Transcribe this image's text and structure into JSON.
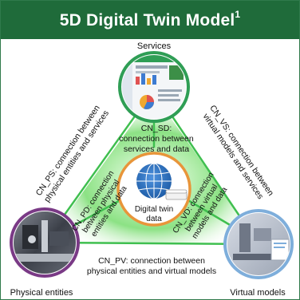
{
  "header": {
    "title": "5D Digital Twin Model",
    "superscript": "1"
  },
  "nodes": {
    "services": "Services",
    "physical": "Physical entities",
    "virtual": "Virtual models",
    "center_line1": "Digital twin",
    "center_line2": "data"
  },
  "connections": {
    "cn_sd": [
      "CN_SD:",
      "connection between",
      "services and data"
    ],
    "cn_ps": [
      "CN_PS: connection between",
      "physical entities and services"
    ],
    "cn_vs": [
      "CN_VS: connection between",
      "virtual models and services"
    ],
    "cn_pd": [
      "CN_PD: connection",
      "between physical",
      "entities and data"
    ],
    "cn_vd": [
      "CN_VD: connection",
      "between virtual",
      "models and data"
    ],
    "cn_pv": [
      "CN_PV: connection between",
      "physical entities and virtual models"
    ]
  },
  "colors": {
    "header": "#1f6b3a",
    "triangle_edge": "#37b24d",
    "glow": "#7fe07a",
    "center_ring": "#e8953a",
    "globe": "#2a6fc0",
    "physical_ring": "#7a3a86",
    "virtual_ring": "#7eaedb",
    "services_ring": "#2f9e55"
  }
}
